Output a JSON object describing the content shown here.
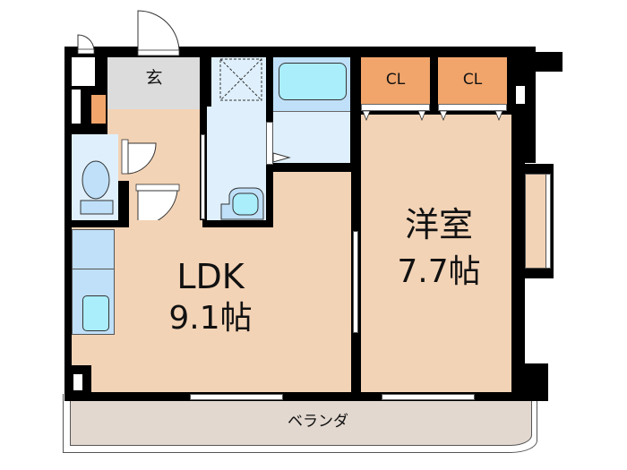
{
  "floorplan": {
    "rooms": {
      "entrance": {
        "label": "玄"
      },
      "closet1": {
        "label": "CL"
      },
      "closet2": {
        "label": "CL"
      },
      "ldk": {
        "name": "LDK",
        "size": "9.1帖"
      },
      "western_room": {
        "name": "洋室",
        "size": "7.7帖"
      },
      "balcony": {
        "label": "ベランダ"
      }
    },
    "colors": {
      "wall": "#000000",
      "flooring": "#f3d3b6",
      "wet_area": "#dff0fc",
      "entrance": "#dcdcdc",
      "closet": "#f1a56b",
      "balcony": "#e2d8cf"
    }
  }
}
